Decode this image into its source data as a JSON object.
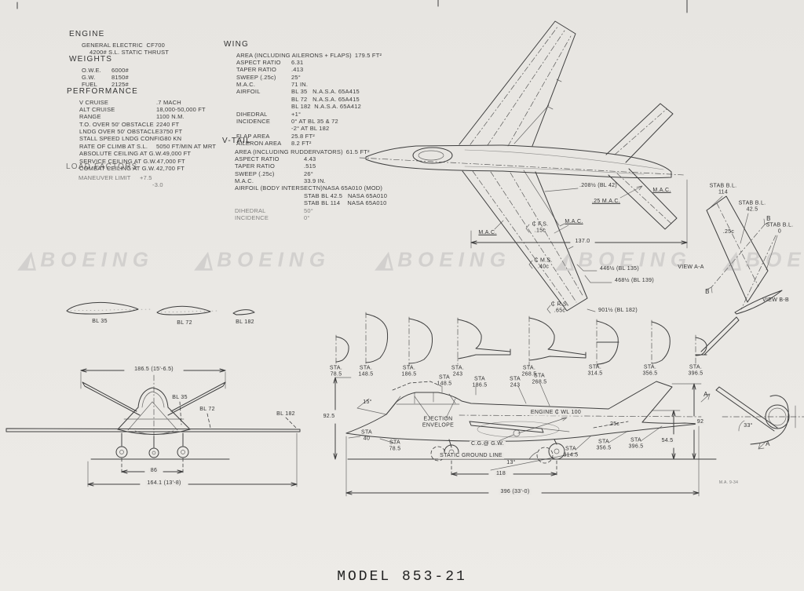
{
  "title": {
    "model": "MODEL 853-21"
  },
  "watermark": {
    "logo": "◭",
    "text": "BOEING"
  },
  "specs": {
    "engine": {
      "title": "ENGINE",
      "line1": "GENERAL ELECTRIC  CF700",
      "line2": "4200# S.L. STATIC THRUST"
    },
    "weights": {
      "title": "WEIGHTS",
      "rows": [
        {
          "l": "O.W.E.",
          "v": "6000#"
        },
        {
          "l": "G.W.",
          "v": "8150#"
        },
        {
          "l": "FUEL",
          "v": "2125#"
        }
      ]
    },
    "performance": {
      "title": "PERFORMANCE",
      "rows": [
        {
          "l": "V CRUISE",
          "v": ".7 MACH"
        },
        {
          "l": "ALT CRUISE",
          "v": "18,000-50,000 FT"
        },
        {
          "l": "RANGE",
          "v": "1100 N.M."
        },
        {
          "l": "T.O. OVER 50' OBSTACLE",
          "v": "2240 FT"
        },
        {
          "l": "LNDG OVER 50' OBSTACLE",
          "v": "3750 FT"
        },
        {
          "l": "STALL SPEED LNDG CONFIG",
          "v": "80 KN"
        },
        {
          "l": "RATE OF CLIMB AT S.L.",
          "v": "5050 FT/MIN AT MRT"
        },
        {
          "l": "ABSOLUTE CEILING AT G.W.",
          "v": "49,000 FT"
        },
        {
          "l": "SERVICE CEILING AT G.W.",
          "v": "47,000 FT"
        },
        {
          "l": "COMBAT CEILING AT G.W.",
          "v": "42,700 FT"
        }
      ]
    },
    "load_factors": {
      "title": "LOAD FACTORS",
      "rows": [
        {
          "l": "MANEUVER LIMIT",
          "v": "+7.5"
        },
        {
          "l": "",
          "v": "-3.0"
        }
      ]
    },
    "wing": {
      "title": "WING",
      "rows": [
        {
          "l": "AREA (INCLUDING AILERONS + FLAPS)",
          "v": "179.5 FT²"
        },
        {
          "l": "ASPECT RATIO",
          "v": "6.31"
        },
        {
          "l": "TAPER RATIO",
          "v": ".413"
        },
        {
          "l": "SWEEP (.25c)",
          "v": "25°"
        },
        {
          "l": "M.A.C.",
          "v": "71 IN."
        },
        {
          "l": "AIRFOIL",
          "v": "BL 35   N.A.S.A. 65A415"
        },
        {
          "l": "",
          "v": "BL 72   N.A.S.A. 65A415"
        },
        {
          "l": "",
          "v": "BL 182  N.A.S.A. 65A412"
        },
        {
          "l": "DIHEDRAL",
          "v": "+1°"
        },
        {
          "l": "INCIDENCE",
          "v": "0° AT BL 35 & 72"
        },
        {
          "l": "",
          "v": "-2° AT BL 182"
        },
        {
          "l": "FLAP AREA",
          "v": "25.8 FT²"
        },
        {
          "l": "AILERON AREA",
          "v": "8.2 FT²"
        }
      ]
    },
    "v_tail": {
      "title": "V-TAIL",
      "rows": [
        {
          "l": "AREA (INCLUDING RUDDERVATORS)",
          "v": "61.5 FT²"
        },
        {
          "l": "ASPECT RATIO",
          "v": "4.43"
        },
        {
          "l": "TAPER RATIO",
          "v": ".515"
        },
        {
          "l": "SWEEP (.25c)",
          "v": "26°"
        },
        {
          "l": "M.A.C.",
          "v": "33.9 IN."
        },
        {
          "l": "AIRFOIL (BODY INTERSECTN)",
          "v": "NASA 65A010 (MOD)"
        },
        {
          "l": "",
          "v": "STAB BL 42.5   NASA 65A010"
        },
        {
          "l": "",
          "v": "STAB BL 114    NASA 65A010"
        },
        {
          "l": "DIHEDRAL",
          "v": "50°"
        },
        {
          "l": "INCIDENCE",
          "v": "0°"
        }
      ]
    }
  },
  "top_view": {
    "bl42": ".208½ (BL 42)",
    "mac_25": ".25 M.A.C.",
    "mac_tail": "M.A.C.",
    "mac_wing": "M.A.C.",
    "mac_left": "M.A.C.",
    "fs": "₵ F.S.\n.15c",
    "ms": "₵ M.S.\n.40c",
    "rs": "₵ R.S.\n.65c",
    "dim_137": "137.0",
    "bl135": "446½ (BL 135)",
    "bl139": "468½ (BL 139)",
    "bl182": "901½ (BL 182)"
  },
  "tail_detail": {
    "stab114": "STAB B.L.\n114",
    "stab425": "STAB B.L.\n42.5",
    "stab0": "STAB B.L.\n0",
    "chord": ".25c",
    "b_top": "B",
    "b_bot": "B",
    "view_aa": "VIEW A-A",
    "view_bb": "VIEW B-B"
  },
  "airfoils": {
    "bl35": "BL 35",
    "bl72": "BL 72",
    "bl182": "BL 182"
  },
  "front_view": {
    "span": "186.5 (15'-6.5)",
    "bl35": "BL 35",
    "bl72": "BL 72",
    "bl182": "BL 182",
    "track": "86",
    "dim_tip": "164.1 (13'-8)"
  },
  "sections": {
    "s1": "STA.\n78.5",
    "s2": "STA.\n148.5",
    "s3": "STA.\n186.5",
    "s4": "STA.\n243",
    "s5": "STA.\n268.5",
    "s6": "STA.\n314.5",
    "s7": "STA.\n356.5",
    "s8": "STA.\n396.5"
  },
  "side_view": {
    "sta40": "STA\n40",
    "sta785": "STA\n78.5",
    "sta1485": "STA\n148.5",
    "sta1865": "STA\n186.5",
    "sta243": "STA\n243",
    "sta2685": "STA\n268.5",
    "sta3145": "STA\n314.5",
    "sta3565": "STA\n356.5",
    "sta3965": "STA\n396.5",
    "vision": "15°",
    "h925": "92.5",
    "ejection": "EJECTION\nENVELOPE",
    "engine_cl": "ENGINE ₵ WL 100",
    "cg": "C.G.@ G.W.",
    "ground": "STATIC GROUND LINE",
    "wheelbase": "118",
    "tip_angle": "13°",
    "length": "396 (33'-0)",
    "h92": "92",
    "h545": "54.5",
    "c25": ".25c",
    "note": "M.A. 9-34"
  },
  "rear_detail": {
    "a_top": "A",
    "a_bot": "A",
    "angle": "33°"
  }
}
